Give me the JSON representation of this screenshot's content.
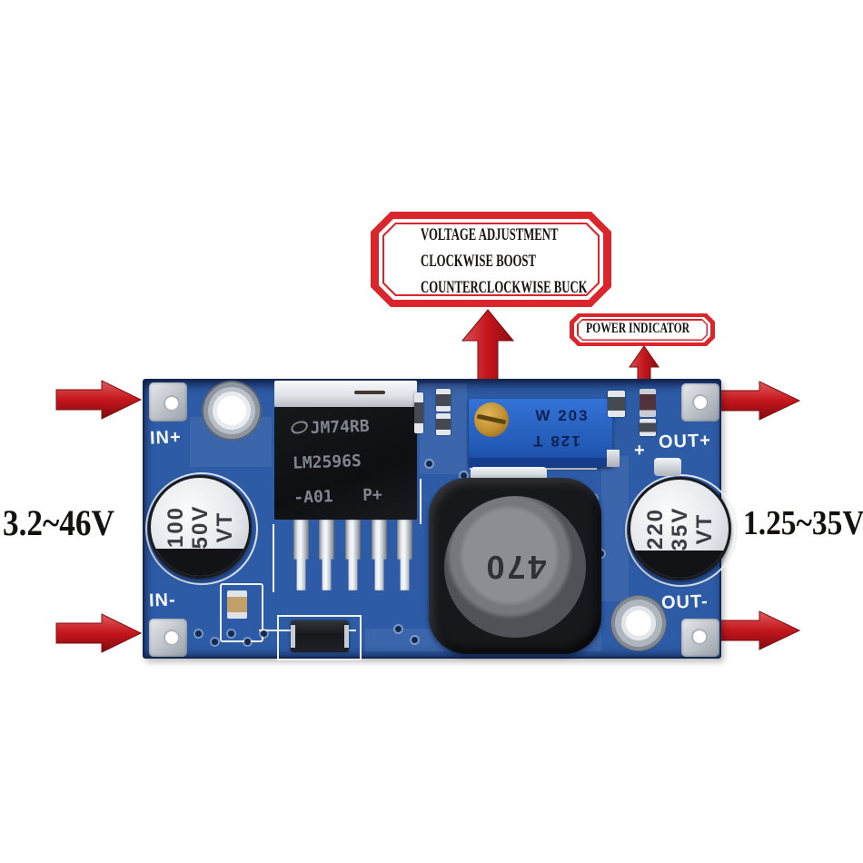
{
  "annotations": {
    "voltage_box": {
      "line1": "VOLTAGE ADJUSTMENT",
      "line2": "CLOCKWISE BOOST",
      "line3": "COUNTERCLOCKWISE BUCK"
    },
    "power_box": {
      "label": "POWER INDICATOR"
    },
    "input_range": "3.2~46V",
    "output_range": "1.25~35V"
  },
  "board": {
    "silkscreen": {
      "in_plus": "IN+",
      "in_minus": "IN-",
      "plus_mark": "+",
      "out_plus": "OUT+",
      "out_minus": "OUT-"
    },
    "input_capacitor": {
      "line1": "100",
      "line2": "50V",
      "line3": "VT"
    },
    "output_capacitor": {
      "line1": "220",
      "line2": "35V",
      "line3": "VT"
    },
    "ic": {
      "line1": "JM74RB",
      "line2": "LM2596S",
      "line3": "-A01   P+"
    },
    "inductor": {
      "marking": "470"
    },
    "trimmer": {
      "line1": "W 203",
      "line2": "128 T"
    }
  },
  "colors": {
    "accent_red": "#d8262c",
    "pcb_blue": "#2d5ba6",
    "trimmer_blue": "#2b67c9"
  }
}
